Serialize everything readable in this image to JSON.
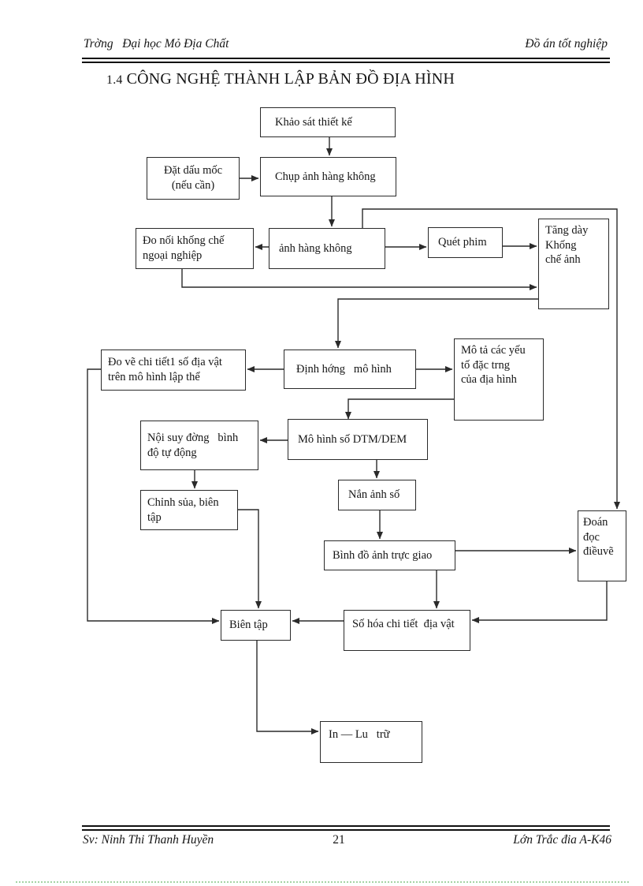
{
  "page": {
    "header": {
      "left": "Trờng   Đại học Mỏ Địa Chất",
      "right": "Đồ án tốt nghiệp"
    },
    "title": {
      "number": "1.4",
      "text": "CÔNG NGHỆ THÀNH LẬP BẢN ĐỒ ĐỊA HÌNH"
    },
    "footer": {
      "student": "Sv:  Ninh Thi Thanh Huyền",
      "page_number": "21",
      "class_name": "Lớn Trắc đia A-K46"
    }
  },
  "colors": {
    "ink": "#161616",
    "box_border": "#2a2a2a",
    "dotted_rule_green": "#a4d4a4",
    "paper": "#ffffff"
  },
  "flowchart": {
    "nodes": {
      "khao_sat": {
        "label": "Khảo sát thiết kế"
      },
      "dat_dau_moc": {
        "label": "Đặt dấu mốc\n(nếu cần)"
      },
      "chup_anh": {
        "label": "Chụp ảnh hàng không"
      },
      "do_noi": {
        "label": "Đo nối khống chế\nngoại nghiệp"
      },
      "anh_hang_khong": {
        "label": "ảnh hàng không"
      },
      "quet_phim": {
        "label": "Quét phim"
      },
      "tang_day": {
        "label": "Tăng dày\nKhống\nchế ảnh"
      },
      "do_ve": {
        "label": "Đo vẽ chi tiết1 số địa vật\ntrên mô hình lập thể"
      },
      "dinh_huong": {
        "label": "Định hớng   mô hình"
      },
      "mo_ta": {
        "label": "Mô tả các yếu\ntố đặc trng\ncủa địa hình"
      },
      "noi_suy": {
        "label": "Nội suy đờng   bình\nđộ tự động"
      },
      "dtm_dem": {
        "label": "Mô hình số DTM/DEM"
      },
      "chinh_sua": {
        "label": "Chỉnh sủa, biên\ntập"
      },
      "nan_anh": {
        "label": "Nắn ảnh số"
      },
      "binh_do": {
        "label": "Bình đồ ảnh trực giao"
      },
      "doan_doc": {
        "label": "Đoán\nđọc\nđiềuvẽ"
      },
      "bien_tap": {
        "label": "Biên tập"
      },
      "so_hoa": {
        "label": "Số hóa chi tiết  địa vật"
      },
      "in_luu_tru": {
        "label": "In — Lu   trữ"
      }
    },
    "edges": [
      {
        "from": "khao-sat-thiet-ke",
        "to": "chup-anh-hang-khong"
      },
      {
        "from": "dat-dau-moc",
        "to": "chup-anh-hang-khong"
      },
      {
        "from": "chup-anh-hang-khong",
        "to": "anh-hang-khong"
      },
      {
        "from": "anh-hang-khong",
        "to": "do-noi-khong-che"
      },
      {
        "from": "anh-hang-khong",
        "to": "quet-phim"
      },
      {
        "from": "quet-phim",
        "to": "tang-day-khong-che-anh"
      },
      {
        "from": "anh-hang-khong",
        "to": "doan-doc-dieu-ve"
      },
      {
        "from": "do-noi-khong-che",
        "to": "tang-day-khong-che-anh"
      },
      {
        "from": "tang-day-khong-che-anh",
        "to": "dinh-huong-mo-hinh"
      },
      {
        "from": "dinh-huong-mo-hinh",
        "to": "do-ve-chi-tiet"
      },
      {
        "from": "dinh-huong-mo-hinh",
        "to": "mo-ta-cac-yeu-to"
      },
      {
        "from": "mo-ta-cac-yeu-to",
        "to": "mo-hinh-so-dtm-dem"
      },
      {
        "from": "mo-hinh-so-dtm-dem",
        "to": "noi-suy-duong-binh-do"
      },
      {
        "from": "mo-hinh-so-dtm-dem",
        "to": "nan-anh-so"
      },
      {
        "from": "noi-suy-duong-binh-do",
        "to": "chinh-sua-bien-tap"
      },
      {
        "from": "chinh-sua-bien-tap",
        "to": "bien-tap"
      },
      {
        "from": "nan-anh-so",
        "to": "binh-do-anh-truc-giao"
      },
      {
        "from": "binh-do-anh-truc-giao",
        "to": "doan-doc-dieu-ve"
      },
      {
        "from": "binh-do-anh-truc-giao",
        "to": "so-hoa-chi-tiet"
      },
      {
        "from": "doan-doc-dieu-ve",
        "to": "so-hoa-chi-tiet"
      },
      {
        "from": "so-hoa-chi-tiet",
        "to": "bien-tap"
      },
      {
        "from": "do-ve-chi-tiet",
        "to": "bien-tap"
      },
      {
        "from": "bien-tap",
        "to": "in-luu-tru"
      }
    ]
  }
}
